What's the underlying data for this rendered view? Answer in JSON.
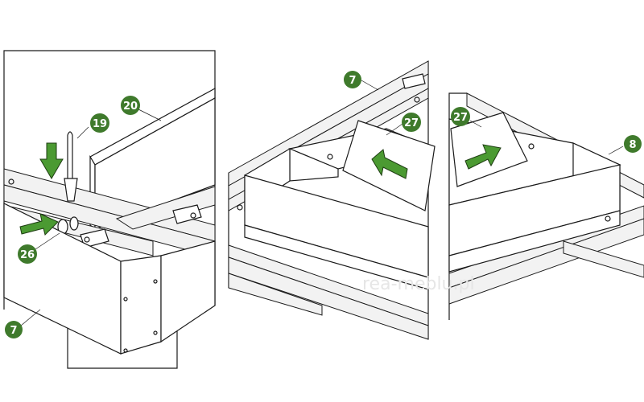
{
  "colors": {
    "callout": "#3f7a2c",
    "arrow": "#4b9a32",
    "arrow_stroke": "#1e3d12",
    "line": "#1a1a1a"
  },
  "callouts": [
    {
      "id": "c-7-left",
      "label": "7"
    },
    {
      "id": "c-19",
      "label": "19"
    },
    {
      "id": "c-20",
      "label": "20"
    },
    {
      "id": "c-26",
      "label": "26"
    },
    {
      "id": "c-7-middle",
      "label": "7"
    },
    {
      "id": "c-27-middle",
      "label": "27"
    },
    {
      "id": "c-27-right",
      "label": "27"
    },
    {
      "id": "c-8",
      "label": "8"
    }
  ],
  "watermark": "rea-meblu.pl"
}
